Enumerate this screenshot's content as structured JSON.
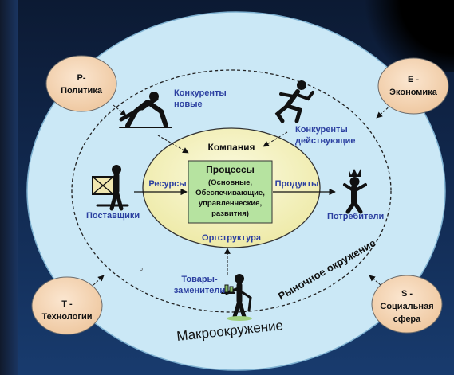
{
  "factors": {
    "politics": {
      "line1": "P-",
      "line2": "Политика"
    },
    "economy": {
      "line1": "E -",
      "line2": "Экономика"
    },
    "technology": {
      "line1": "T -",
      "line2": "Технологии"
    },
    "social": {
      "line1": "S -",
      "line2": "Социальная",
      "line3": "сфера"
    }
  },
  "outer": {
    "label": "Макроокружение"
  },
  "market": {
    "label": "Рыночное окружение"
  },
  "actors": {
    "new_competitors": {
      "line1": "Конкуренты",
      "line2": "новые"
    },
    "current_competitors": {
      "line1": "Конкуренты",
      "line2": "действующие"
    },
    "suppliers": "Поставщики",
    "consumers": "Потребители",
    "substitutes": {
      "line1": "Товары-",
      "line2": "заменители"
    }
  },
  "company": {
    "title": "Компания",
    "resources": "Ресурсы",
    "products": "Продукты",
    "org_structure": "Оргструктура",
    "processes": {
      "title": "Процессы",
      "lines": [
        "(Основные,",
        "Обеспечивающие,",
        "управленческие,",
        "развития)"
      ]
    }
  },
  "stray_mark": "o",
  "colors": {
    "outer_fill": "#cbe8f6",
    "company_fill": "#f6f4c4",
    "process_fill": "#b6e3a0",
    "factor_fill": "#f8dcc0",
    "blue_text": "#2b3fa0"
  }
}
